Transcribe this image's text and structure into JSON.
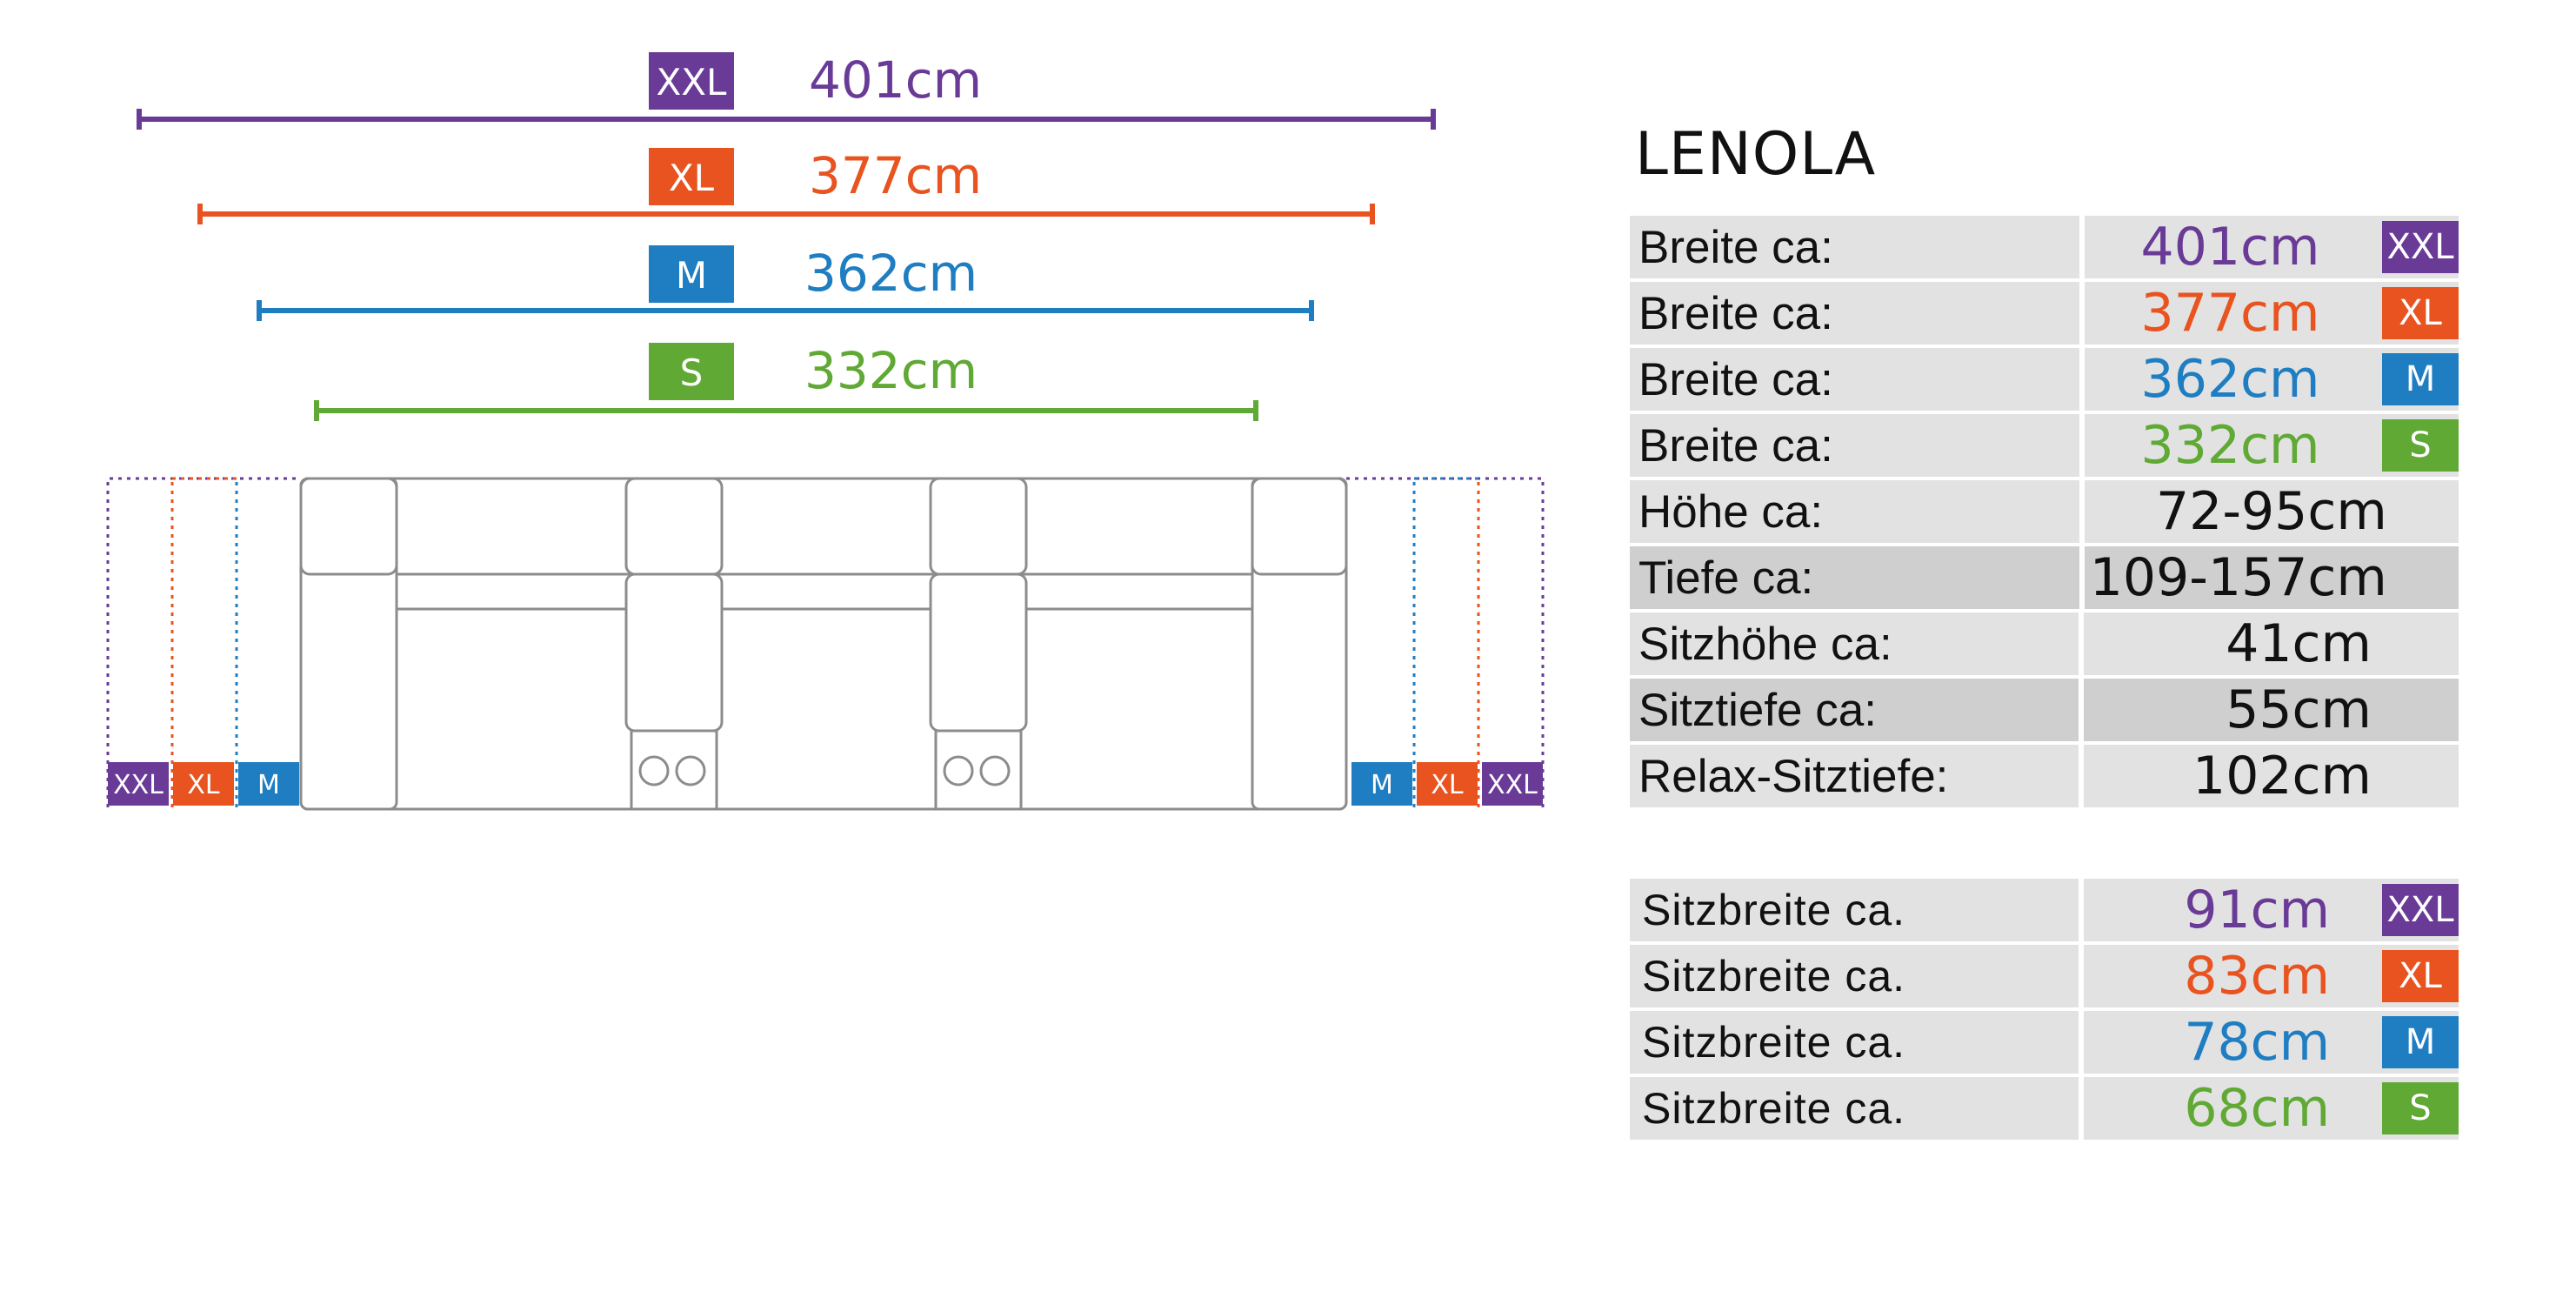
{
  "colors": {
    "xxl": "#6a3b96",
    "xl": "#e8531f",
    "m": "#1f7dc2",
    "s": "#5fa934",
    "outline": "#9a9a9a"
  },
  "rulers": [
    {
      "size": "XXL",
      "value": "401cm",
      "color": "#6a3b96"
    },
    {
      "size": "XL",
      "value": "377cm",
      "color": "#e8531f"
    },
    {
      "size": "M",
      "value": "362cm",
      "color": "#1f7dc2"
    },
    {
      "size": "S",
      "value": "332cm",
      "color": "#5fa934"
    }
  ],
  "side_badges": {
    "left": [
      "XXL",
      "XL",
      "M"
    ],
    "right": [
      "M",
      "XL",
      "XXL"
    ]
  },
  "product": {
    "name": "LENOLA"
  },
  "specs": [
    {
      "label": "Breite ca:",
      "value": "401cm",
      "size": "XXL",
      "color": "#6a3b96"
    },
    {
      "label": "Breite ca:",
      "value": "377cm",
      "size": "XL",
      "color": "#e8531f"
    },
    {
      "label": "Breite ca:",
      "value": "362cm",
      "size": "M",
      "color": "#1f7dc2"
    },
    {
      "label": "Breite ca:",
      "value": "332cm",
      "size": "S",
      "color": "#5fa934"
    },
    {
      "label": "Höhe ca:",
      "value": "72-95cm"
    },
    {
      "label": "Tiefe ca:",
      "value": "109-157cm"
    },
    {
      "label": "Sitzhöhe ca:",
      "value": "41cm"
    },
    {
      "label": "Sitztiefe ca:",
      "value": "55cm"
    },
    {
      "label": "Relax-Sitztiefe:",
      "value": "102cm"
    }
  ],
  "seat_widths": [
    {
      "label": "Sitzbreite ca.",
      "value": "91cm",
      "size": "XXL",
      "color": "#6a3b96"
    },
    {
      "label": "Sitzbreite ca.",
      "value": "83cm",
      "size": "XL",
      "color": "#e8531f"
    },
    {
      "label": "Sitzbreite ca.",
      "value": "78cm",
      "size": "M",
      "color": "#1f7dc2"
    },
    {
      "label": "Sitzbreite ca.",
      "value": "68cm",
      "size": "S",
      "color": "#5fa934"
    }
  ]
}
